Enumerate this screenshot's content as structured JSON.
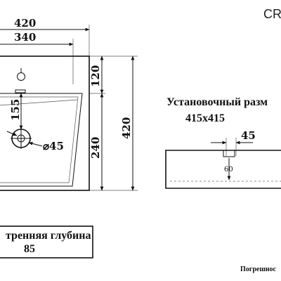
{
  "header": {
    "model_code": "CR"
  },
  "top_view": {
    "overall_width": "420",
    "inner_width": "340",
    "overall_height": "420",
    "faucet_offset": "120",
    "drain_offset": "155",
    "basin_height": "240",
    "drain_diameter": "⌀45"
  },
  "installation": {
    "label": "Установочный разм",
    "size": "415х415"
  },
  "side_view": {
    "width_label": "45",
    "depth_label": "60"
  },
  "depth_box": {
    "label": "тренняя глубина",
    "value": "85"
  },
  "footer": {
    "note": "Погрешнос"
  }
}
